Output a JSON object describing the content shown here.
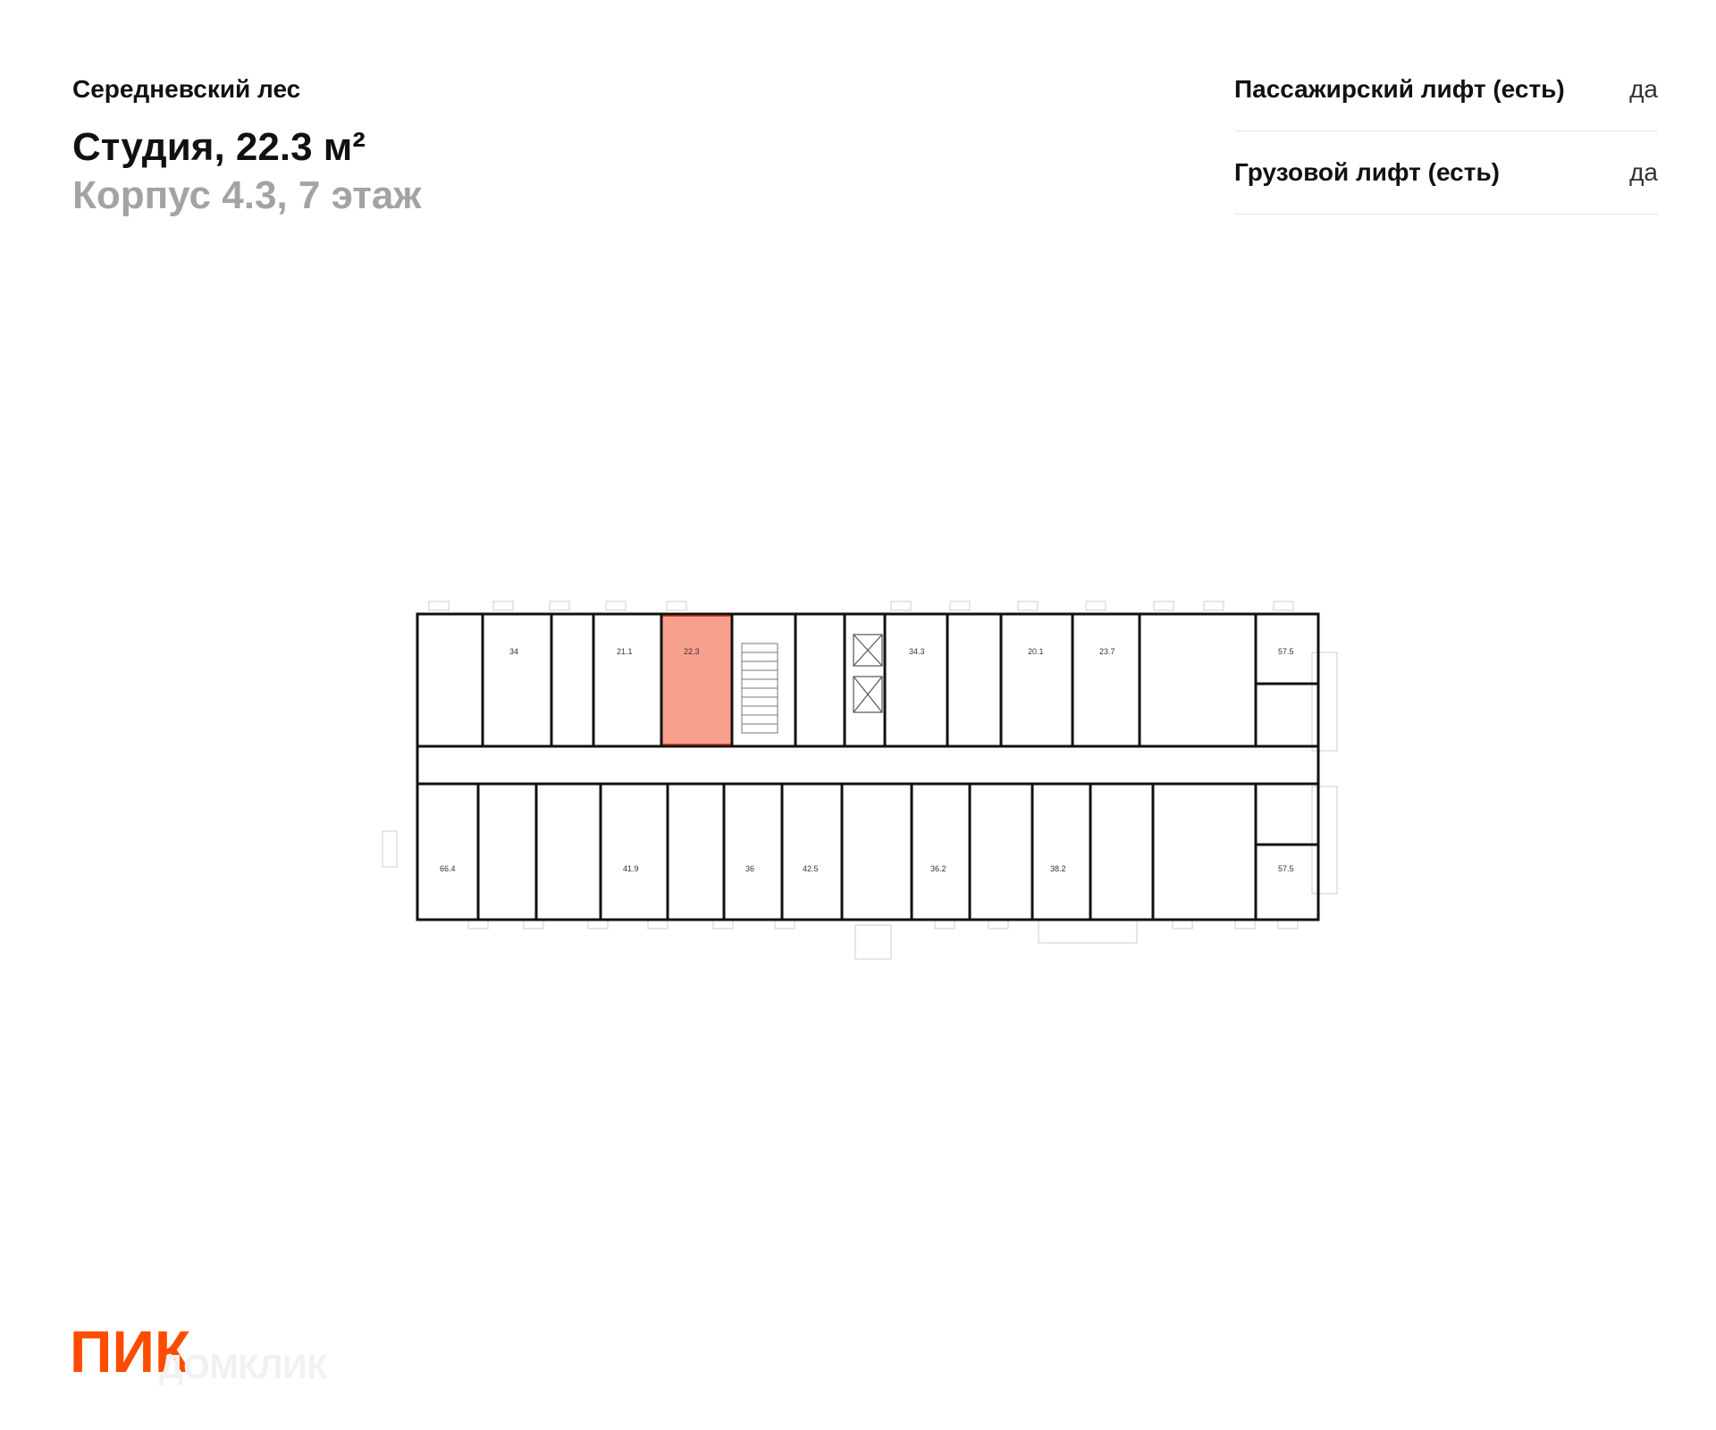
{
  "header": {
    "project": "Середневский лес",
    "title": "Студия, 22.3 м²",
    "subtitle": "Корпус 4.3, 7 этаж"
  },
  "features": [
    {
      "label": "Пассажирский лифт (есть)",
      "value": "да"
    },
    {
      "label": "Грузовой лифт (есть)",
      "value": "да"
    }
  ],
  "plan": {
    "highlight_color": "#f7a08e",
    "highlight_stroke": "#e8452c",
    "rooms_top": [
      "34",
      "21.1",
      "22.3",
      "34.3",
      "20.1",
      "23.7",
      "57.5"
    ],
    "rooms_bottom": [
      "66.4",
      "41.9",
      "36",
      "42.5",
      "36.2",
      "38.2",
      "57.5"
    ]
  },
  "logo": {
    "brand": "ПИК",
    "partner": "ДОМКЛИК",
    "brand_color": "#fc4c02"
  }
}
